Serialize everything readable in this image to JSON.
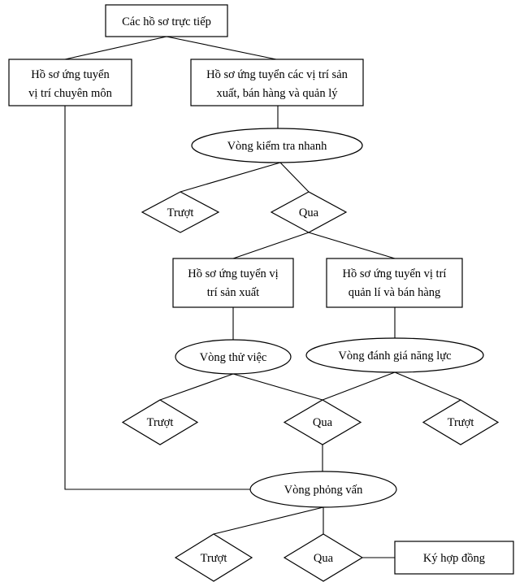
{
  "nodes": {
    "root": [
      "Các hồ sơ trực tiếp"
    ],
    "specialist": [
      "Hồ sơ ứng tuyển",
      "vị trí chuyên môn"
    ],
    "production_sales_mgmt": [
      "Hồ sơ ứng tuyển các vị trí sản",
      "xuất, bán hàng và quản lý"
    ],
    "quick_check": [
      "Vòng kiểm tra nhanh"
    ],
    "fail_1": [
      "Trượt"
    ],
    "pass_1": [
      "Qua"
    ],
    "production": [
      "Hồ sơ ứng tuyển vị",
      "trí sản xuất"
    ],
    "mgmt_sales": [
      "Hồ sơ ứng tuyển vị trí",
      "quản lí và bán hàng"
    ],
    "probation": [
      "Vòng thử việc"
    ],
    "competency": [
      "Vòng đánh giá năng lực"
    ],
    "fail_2": [
      "Trượt"
    ],
    "pass_2": [
      "Qua"
    ],
    "fail_3": [
      "Trượt"
    ],
    "interview": [
      "Vòng phỏng vấn"
    ],
    "fail_4": [
      "Trượt"
    ],
    "pass_3": [
      "Qua"
    ],
    "contract": [
      "Ký hợp đồng"
    ]
  }
}
